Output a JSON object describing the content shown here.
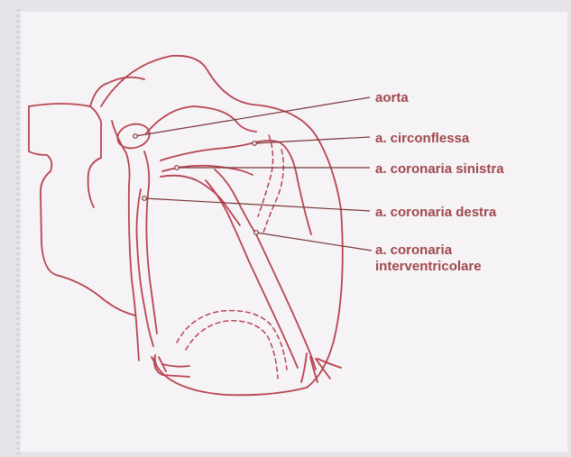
{
  "colors": {
    "ink": "#b84450",
    "leader": "#7a3538",
    "label": "#a0484c",
    "paper": "#f5f3f6"
  },
  "labels": {
    "aorta": "aorta",
    "circumflex": "a. circonflessa",
    "left_coronary": "a. coronaria sinistra",
    "right_coronary": "a. coronaria destra",
    "interventricular_1": "a. coronaria",
    "interventricular_2": "interventricolare"
  }
}
